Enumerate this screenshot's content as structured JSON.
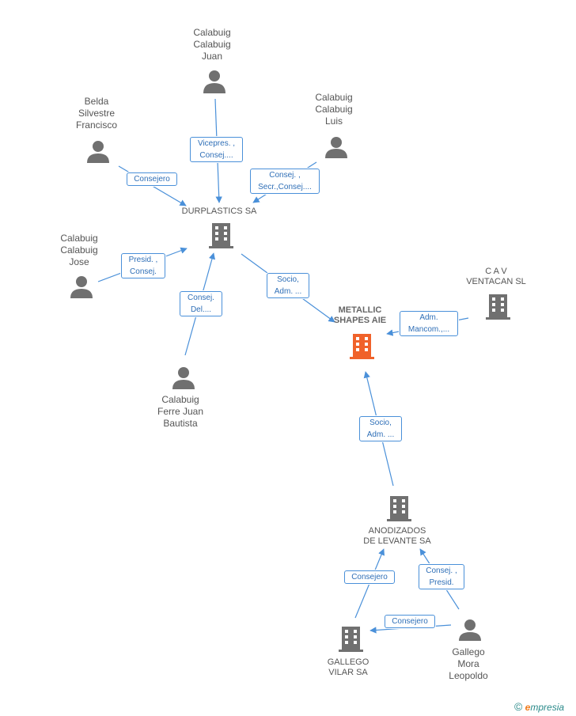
{
  "nodes": {
    "p_juan": {
      "label": "Calabuig\nCalabuig\nJuan"
    },
    "p_francisco": {
      "label": "Belda\nSilvestre\nFrancisco"
    },
    "p_luis": {
      "label": "Calabuig\nCalabuig\nLuis"
    },
    "p_jose": {
      "label": "Calabuig\nCalabuig\nJose"
    },
    "p_ferre": {
      "label": "Calabuig\nFerre Juan\nBautista"
    },
    "p_gallego": {
      "label": "Gallego\nMora\nLeopoldo"
    },
    "c_durplastics": {
      "label": "DURPLASTICS SA"
    },
    "c_metallic": {
      "label": "METALLIC\nSHAPES AIE"
    },
    "c_cav": {
      "label": "C A V\nVENTACAN SL"
    },
    "c_anodizados": {
      "label": "ANODIZADOS\nDE LEVANTE SA"
    },
    "c_gallego": {
      "label": "GALLEGO\nVILAR SA"
    }
  },
  "roles": {
    "juan_dur": "Vicepres. ,\nConsej....",
    "francisco_dur": "Consejero",
    "luis_dur": "Consej. ,\nSecr.,Consej....",
    "jose_dur": "Presid. ,\nConsej.",
    "ferre_dur": "Consej.\nDel....",
    "dur_metallic": "Socio,\nAdm. ...",
    "cav_metallic": "Adm.\nMancom.,...",
    "anod_metallic": "Socio,\nAdm. ...",
    "gvilar_anod": "Consejero",
    "gallego_anod": "Consej. ,\nPresid.",
    "gallego_gvilar": "Consejero"
  },
  "icons": {
    "person": "person-icon",
    "company": "building-icon",
    "focus_company": "building-icon-highlighted"
  },
  "colors": {
    "edge": "#4a90d9",
    "icon": "#707070",
    "focus": "#f0622a",
    "brand_accent": "#f07a1a",
    "brand": "#2a8a8a"
  },
  "brand": {
    "copyright": "©",
    "name_e": "e",
    "name_rest": "mpresia"
  }
}
